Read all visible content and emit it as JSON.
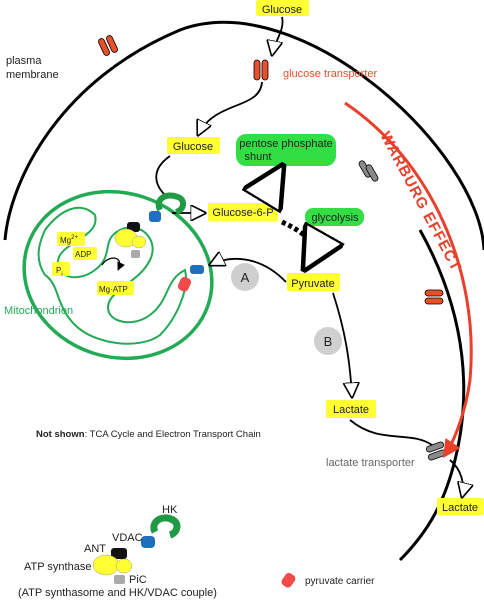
{
  "labels": {
    "glucose_top": "Glucose",
    "plasma_membrane_line1": "plasma",
    "plasma_membrane_line2": "membrane",
    "glucose_transporter": "glucose transporter",
    "glucose_inside": "Glucose",
    "pentose_line1": "pentose phosphate",
    "pentose_line2": "shunt",
    "glucose6p": "Glucose-6-P",
    "glycolysis": "glycolysis",
    "warburg": "WARBURG EFFECT",
    "pyruvate": "Pyruvate",
    "marker_a": "A",
    "marker_b": "B",
    "mitochondrion": "Mitochondrion",
    "lactate_inside": "Lactate",
    "not_shown_bold": "Not shown",
    "not_shown_rest": ": TCA Cycle and Electron Transport Chain",
    "lactate_transporter": "lactate transporter",
    "lactate_outside": "Lactate",
    "mg2": "Mg",
    "mg2_sup": "2+",
    "adp": "ADP",
    "pi": "P",
    "pi_sub": "i",
    "mgatp": "Mg·ATP"
  },
  "legend": {
    "hk": "HK",
    "vdac": "VDAC",
    "ant": "ANT",
    "atp_synthase": "ATP synthase",
    "pic": "PiC",
    "caption": "(ATP synthasome and HK/VDAC couple)",
    "pyruvate_carrier": "pyruvate carrier"
  },
  "colors": {
    "membrane": "#000000",
    "mito": "#22aa55",
    "glucose_transporter": "#e8502a",
    "warburg": "#e8402a",
    "highlight_yellow": "#ffff33",
    "highlight_green": "#33dd44",
    "circle_gray": "#cfcfcf",
    "lactate_transporter": "#8a8a8a",
    "pyruvate_carrier": "#f04a4a",
    "hk": "#229944",
    "vdac": "#1f6fbf",
    "ant": "#111111",
    "pic": "#aaaaaa"
  }
}
